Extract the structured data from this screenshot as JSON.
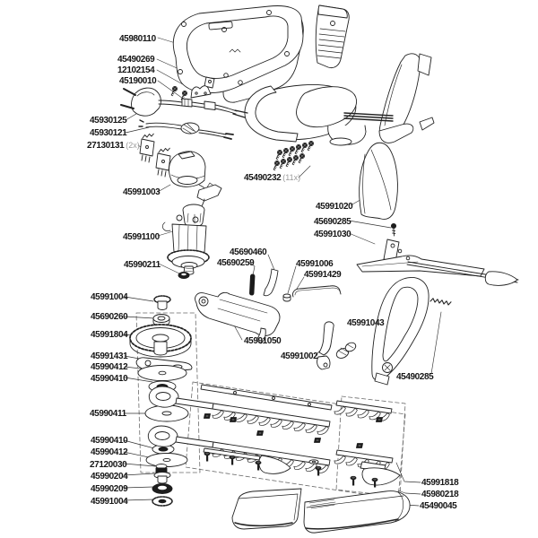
{
  "diagram": {
    "kind": "exploded-parts-diagram",
    "subject": "electric hedge trimmer",
    "colors": {
      "background": "#ffffff",
      "line": "#222222",
      "label_text": "#161616",
      "qty_text": "#9b9b9b",
      "dashed_box": "#6a6a6a"
    },
    "parts": [
      {
        "number": "45980110"
      },
      {
        "number": "45490269"
      },
      {
        "number": "12102154"
      },
      {
        "number": "45190010"
      },
      {
        "number": "45930125"
      },
      {
        "number": "45930121"
      },
      {
        "number": "27130131",
        "qty": "(2x)"
      },
      {
        "number": "45991003"
      },
      {
        "number": "45991100"
      },
      {
        "number": "45990211"
      },
      {
        "number": "45490232",
        "qty": "(11x)"
      },
      {
        "number": "45991020"
      },
      {
        "number": "45690285"
      },
      {
        "number": "45991030"
      },
      {
        "number": "45690460"
      },
      {
        "number": "45690259"
      },
      {
        "number": "45991006"
      },
      {
        "number": "45991429"
      },
      {
        "number": "45991004"
      },
      {
        "number": "45690260"
      },
      {
        "number": "45991804"
      },
      {
        "number": "45991431"
      },
      {
        "number": "45990412"
      },
      {
        "number": "45990410"
      },
      {
        "number": "45991050"
      },
      {
        "number": "45991002"
      },
      {
        "number": "45991043"
      },
      {
        "number": "45490285"
      },
      {
        "number": "45990411"
      },
      {
        "number": "45990410"
      },
      {
        "number": "45990412"
      },
      {
        "number": "27120030"
      },
      {
        "number": "45990204"
      },
      {
        "number": "45990209"
      },
      {
        "number": "45991004"
      },
      {
        "number": "45991818"
      },
      {
        "number": "45980218"
      },
      {
        "number": "45490045"
      }
    ]
  }
}
